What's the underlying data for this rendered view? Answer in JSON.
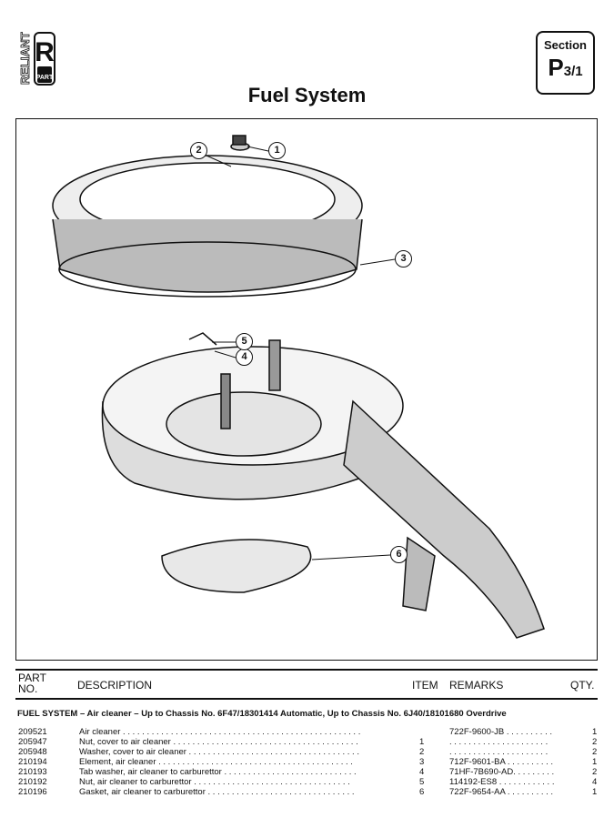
{
  "logo": {
    "brand": "RELIANT",
    "letter": "R",
    "sub": "PART"
  },
  "title": "Fuel System",
  "section": {
    "label": "Section",
    "code": "P",
    "sub": "3/1"
  },
  "callouts": [
    "1",
    "2",
    "3",
    "4",
    "5",
    "6"
  ],
  "table": {
    "headers": {
      "part_no_1": "PART",
      "part_no_2": "NO.",
      "description": "DESCRIPTION",
      "item": "ITEM",
      "remarks": "REMARKS",
      "qty": "QTY."
    },
    "group_heading": {
      "bold": "FUEL SYSTEM",
      "rest": " – Air cleaner – Up to Chassis No. 6F47/18301414 Automatic, Up to Chassis No. 6J40/18101680 Overdrive"
    },
    "rows": [
      {
        "part": "209521",
        "desc": "Air cleaner . . . . . . . . . . . . . . . . . . . . . . . . . . . . . . . . . . . . . . . . . . . . . . . . . .",
        "item": "",
        "remarks": "722F-9600-JB . . . . . . . . . .",
        "qty": "1"
      },
      {
        "part": "205947",
        "desc": "Nut, cover to air cleaner . . . . . . . . . . . . . . . . . . . . . . . . . . . . . . . . . . . . . . .",
        "item": "1",
        "remarks": ". . . . . . . . . . . . . . . . . . . . .",
        "qty": "2"
      },
      {
        "part": "205948",
        "desc": "Washer, cover to air cleaner . . . . . . . . . . . . . . . . . . . . . . . . . . . . . . . . . . . .",
        "item": "2",
        "remarks": ". . . . . . . . . . . . . . . . . . . . .",
        "qty": "2"
      },
      {
        "part": "210194",
        "desc": "Element, air cleaner . . . . . . . . . . . . . . . . . . . . . . . . . . . . . . . . . . . . . . . . .",
        "item": "3",
        "remarks": "712F-9601-BA . . . . . . . . . .",
        "qty": "1"
      },
      {
        "part": "210193",
        "desc": "Tab washer, air cleaner to carburettor . . . . . . . . . . . . . . . . . . . . . . . . . . . .",
        "item": "4",
        "remarks": "71HF-7B690-AD. . . . . . . . .",
        "qty": "2"
      },
      {
        "part": "210192",
        "desc": "Nut, air cleaner to carburettor . . . . . . . . . . . . . . . . . . . . . . . . . . . . . . . . .",
        "item": "5",
        "remarks": "114192-ES8 . . . . . . . . . . . .",
        "qty": "4"
      },
      {
        "part": "210196",
        "desc": "Gasket, air cleaner to carburettor . . . . . . . . . . . . . . . . . . . . . . . . . . . . . . .",
        "item": "6",
        "remarks": "722F-9654-AA . . . . . . . . . .",
        "qty": "1"
      }
    ]
  }
}
